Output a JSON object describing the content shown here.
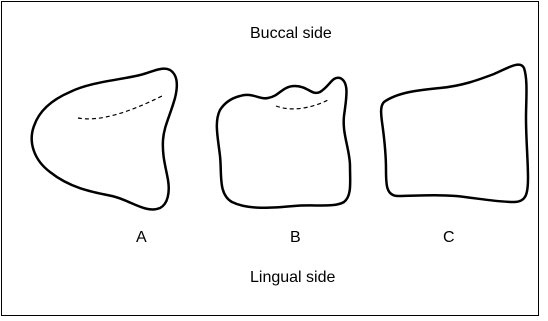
{
  "labels": {
    "top": "Buccal side",
    "bottom": "Lingual side",
    "A": "A",
    "B": "B",
    "C": "C"
  },
  "colors": {
    "stroke": "#000000",
    "background": "#ffffff",
    "border": "#000000"
  }
}
